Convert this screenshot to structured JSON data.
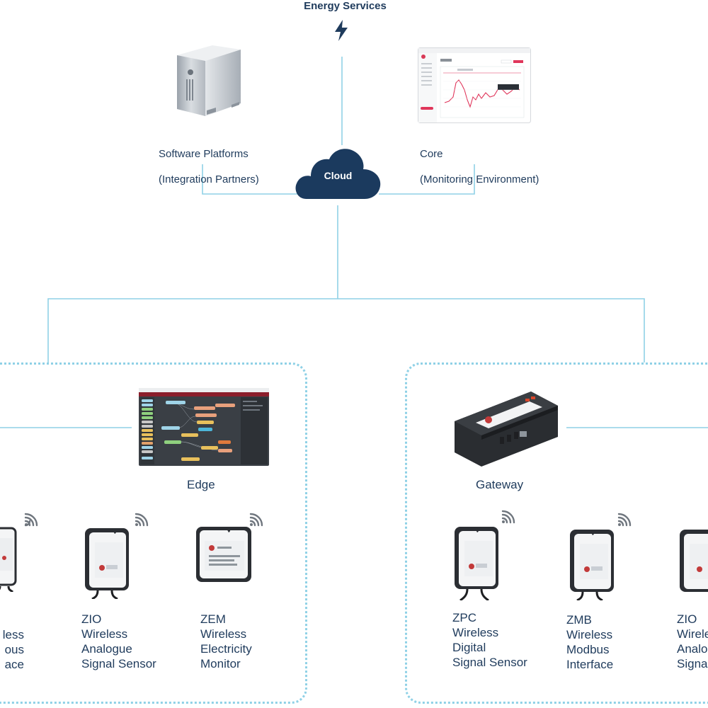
{
  "header": {
    "title": "Energy Services",
    "bolt_icon": "lightning-bolt-icon"
  },
  "cloud": {
    "label": "Cloud"
  },
  "software": {
    "line1": "Software Platforms",
    "line2": "(Integration Partners)"
  },
  "core": {
    "line1": "Core",
    "line2": "(Monitoring Environment)"
  },
  "left_group": {
    "hub_label": "Edge",
    "devices": [
      {
        "label": "less\nous\nace"
      },
      {
        "label": "ZIO\nWireless\nAnalogue\nSignal Sensor"
      },
      {
        "label": "ZEM\nWireless\nElectricity\nMonitor"
      }
    ]
  },
  "right_group": {
    "hub_label": "Gateway",
    "devices": [
      {
        "label": "ZPC\nWireless\nDigital\nSignal Sensor"
      },
      {
        "label": "ZMB\nWireless\nModbus\nInterface"
      },
      {
        "label": "ZIO\nWirele\nAnalog\nSignal"
      }
    ]
  },
  "colors": {
    "navy": "#1f3b5c",
    "cloud": "#1b3a5e",
    "connector": "#8fd1e6",
    "chart_line": "#e0365b"
  }
}
